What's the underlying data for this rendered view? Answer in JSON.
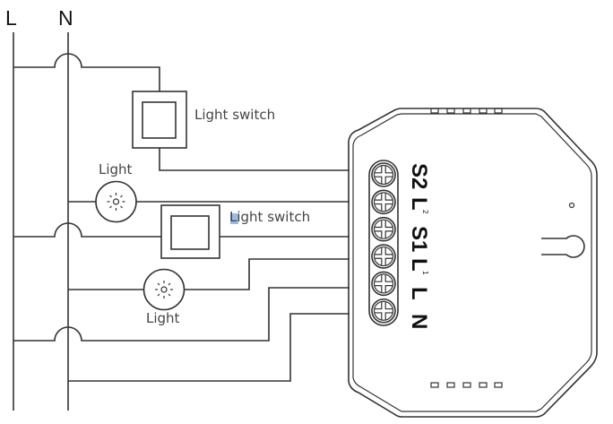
{
  "bus": {
    "line_label": "L",
    "neutral_label": "N"
  },
  "components": {
    "switch_1_label": "Light switch",
    "switch_2_label": "Light switch",
    "light_1_label": "Light",
    "light_2_label": "Light"
  },
  "module": {
    "terminals": [
      {
        "name": "S2",
        "sup": ""
      },
      {
        "name": "L",
        "sup": "2"
      },
      {
        "name": "S1",
        "sup": ""
      },
      {
        "name": "L",
        "sup": "1"
      },
      {
        "name": "L",
        "sup": ""
      },
      {
        "name": "N",
        "sup": ""
      }
    ]
  },
  "colors": {
    "wire": "#333333",
    "text": "#444444",
    "highlight": "#9bbbe0"
  }
}
